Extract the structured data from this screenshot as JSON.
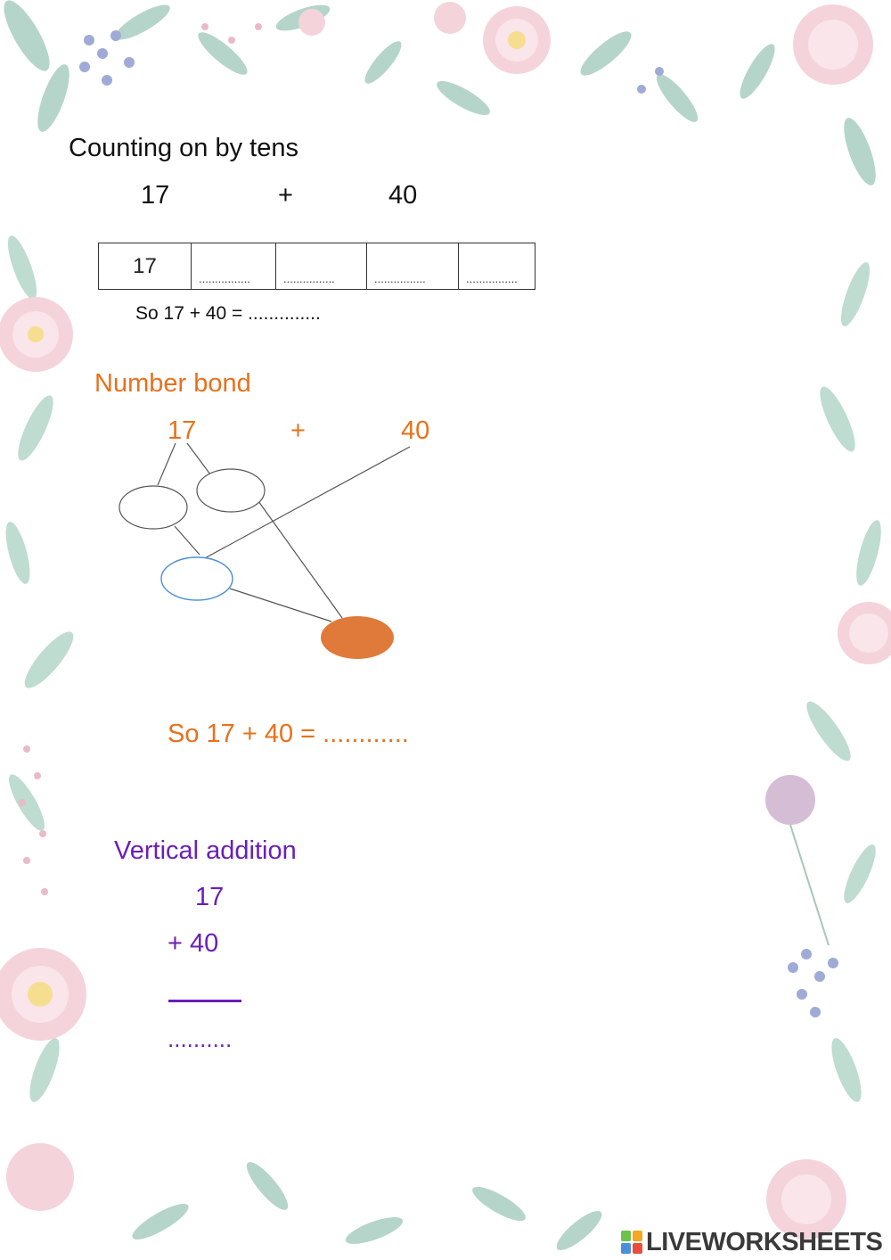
{
  "section1": {
    "title": "Counting on by tens",
    "equation": {
      "a": "17",
      "op": "+",
      "b": "40"
    },
    "table": {
      "cells": [
        "17",
        "................",
        "................",
        "................",
        "................"
      ]
    },
    "result": "So 17 + 40 = .............."
  },
  "section2": {
    "title": "Number bond",
    "equation": {
      "a": "17",
      "op": "+",
      "b": "40"
    },
    "result": "So 17 + 40 = ............",
    "colors": {
      "text": "#e8711c",
      "filled_circle": "#e07a3a",
      "blue_circle": "#4a90d9"
    }
  },
  "section3": {
    "title": "Vertical addition",
    "top": "17",
    "bottom": "+ 40",
    "answer": "..........",
    "color": "#6a1fb8"
  },
  "watermark": {
    "text": "LIVEWORKSHEETS",
    "logo_icon": "liveworksheets-logo-icon"
  }
}
